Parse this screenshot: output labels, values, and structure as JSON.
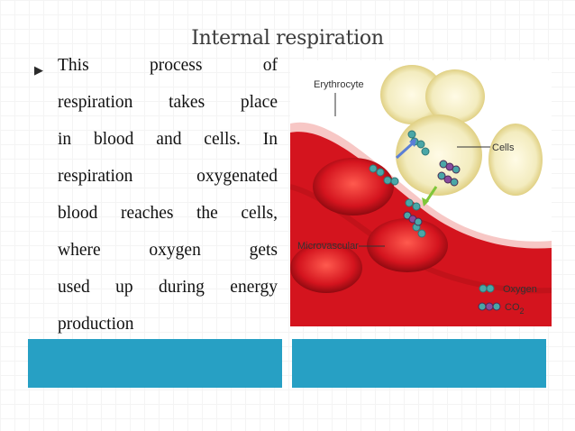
{
  "slide": {
    "title": "Internal respiration",
    "body_lines": [
      "This process of",
      "respiration takes place",
      "in blood and cells. In",
      "respiration oxygenated",
      "blood reaches the cells,",
      "where oxygen gets",
      "used up during energy",
      "production"
    ],
    "bullet_icon": "triangle-bullet-icon"
  },
  "figure": {
    "labels": {
      "erythrocyte": "Erythrocyte",
      "cells": "Cells",
      "microvascular": "Microvascular"
    },
    "legend": {
      "oxygen": "Oxygen",
      "co2": "CO",
      "co2_sub": "2"
    },
    "colors": {
      "blood": "#d4141e",
      "cell": "#f3ecbf",
      "oxygen": "#4aa7a7",
      "co2": "#8a4b9e"
    }
  },
  "colors": {
    "accent_bar": "#27a0c4"
  }
}
